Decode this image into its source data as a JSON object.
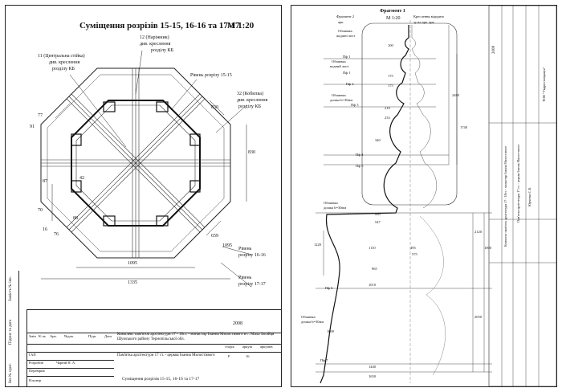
{
  "left": {
    "title": "Суміщення розрізів 15-15, 16-16 та 17-17",
    "scale": "М 1:20",
    "labels": {
      "nagrnyk": "12 (Наріжник)",
      "nagrnyk2": "див. креслення",
      "nagrnyk3": "розділу КБ",
      "stiyka": "11 (Центральна стійка)",
      "stiyka2": "див. креслення",
      "stiyka3": "розділу КБ",
      "riven15": "Рівень розрізу 15-15",
      "kobylka": "32 (Кобилка)",
      "kobylka2": "див. креслення",
      "kobylka3": "розділу КБ",
      "riven16a": "Рівень",
      "riven16b": "розрізу 16-16",
      "riven17a": "Рівень",
      "riven17b": "розрізу 17-17"
    },
    "dims": {
      "d1095": "1095",
      "d1335": "1335",
      "d830a": "830",
      "d830b": "830",
      "d42": "42",
      "d88": "88",
      "d87": "87",
      "d70": "70",
      "d16": "16",
      "d76": "76",
      "d659": "659",
      "d1095b": "1095",
      "d77": "77",
      "d91": "91"
    },
    "stamp": {
      "year": "2008",
      "h_zmin": "Змін",
      "h_kil": "К-ль",
      "h_ark": "Арк.",
      "h_ndok": "№док.",
      "h_pidp": "Підп.",
      "h_data": "Дата",
      "project": "Комплекс пам'яток архітектури 17 - 18ст. - монастир Іоанна Милостивого в с. Мала Загайця Шумського району Тернопільської обл.",
      "gap": "ГАП",
      "rozrobyv": "Розробив",
      "author": "Чарній Н. А.",
      "pereviryv": "Перевірив",
      "nkontr": "Н.контр",
      "object": "Пам'ятка архітектури 17 ст. - церква Іоанна Милостивого",
      "h_stadia": "стадія",
      "h_arkush": "аркуш",
      "h_arkushiv": "аркушів",
      "stadia": "Р",
      "arkush": "16",
      "sheet_name": "Суміщення розрізів 15-15, 16-16 та 17-17"
    },
    "side": {
      "zaminnv": "Замість № інв.",
      "pidpys": "Підпис та дата",
      "invn": "Інв № орит."
    }
  },
  "right": {
    "title": "Фрагмент 1",
    "scale": "М 1:20",
    "fragment2": "Фрагмент 2",
    "fragment2b": "арк.",
    "kreslennia": "Креслення відкрито",
    "kreslennia2": "зу на арк. арк.",
    "obshyvka1": "Обшивка",
    "obshyvka1b": "жідшні лист",
    "obshyvka2": "Обшивка",
    "obshyvka2b": "водний лист",
    "obshyvka3": "Обшивка",
    "obshyvka3b": "дошка b=30мм",
    "obshyvka4": "Обшивка",
    "obshyvka4b": "дошка b=30мм",
    "obshyvka5": "Обшивка",
    "obshyvka5b": "дошка b=30мм",
    "pf": [
      "Пф 1",
      "Пф 2",
      "Пф 3",
      "Пф 4",
      "Пф 5",
      "Пф 6",
      "Пф 7",
      "Пф 1"
    ],
    "dims": {
      "r175a": "175",
      "r175b": "175",
      "r100": "100",
      "r233": "233",
      "r210": "210",
      "r340": "340",
      "r430": "430",
      "r547": "547",
      "r1110": "1110",
      "r965": "965",
      "r1010": "1010",
      "r1440": "1440",
      "r1650": "1650",
      "r495": "495",
      "r575": "575",
      "r2480": "2480",
      "r1740": "1740",
      "r2120": "2120",
      "r1000": "1000",
      "r2050": "2050",
      "r1220": "1220",
      "r1600": "1600"
    },
    "stamp_year": "2008",
    "stamp_text1": "Комплекс пам'яток архітектури 17 - 18ст. - монастир Іоанна Милостивого",
    "stamp_text2": "Пам'ятка архітектури 17 ст. - церква Іоанна Милостивого",
    "stamp_author": "Юрченко С.В.",
    "stamp_org": "ТОВ \"Укрреставрація\""
  }
}
